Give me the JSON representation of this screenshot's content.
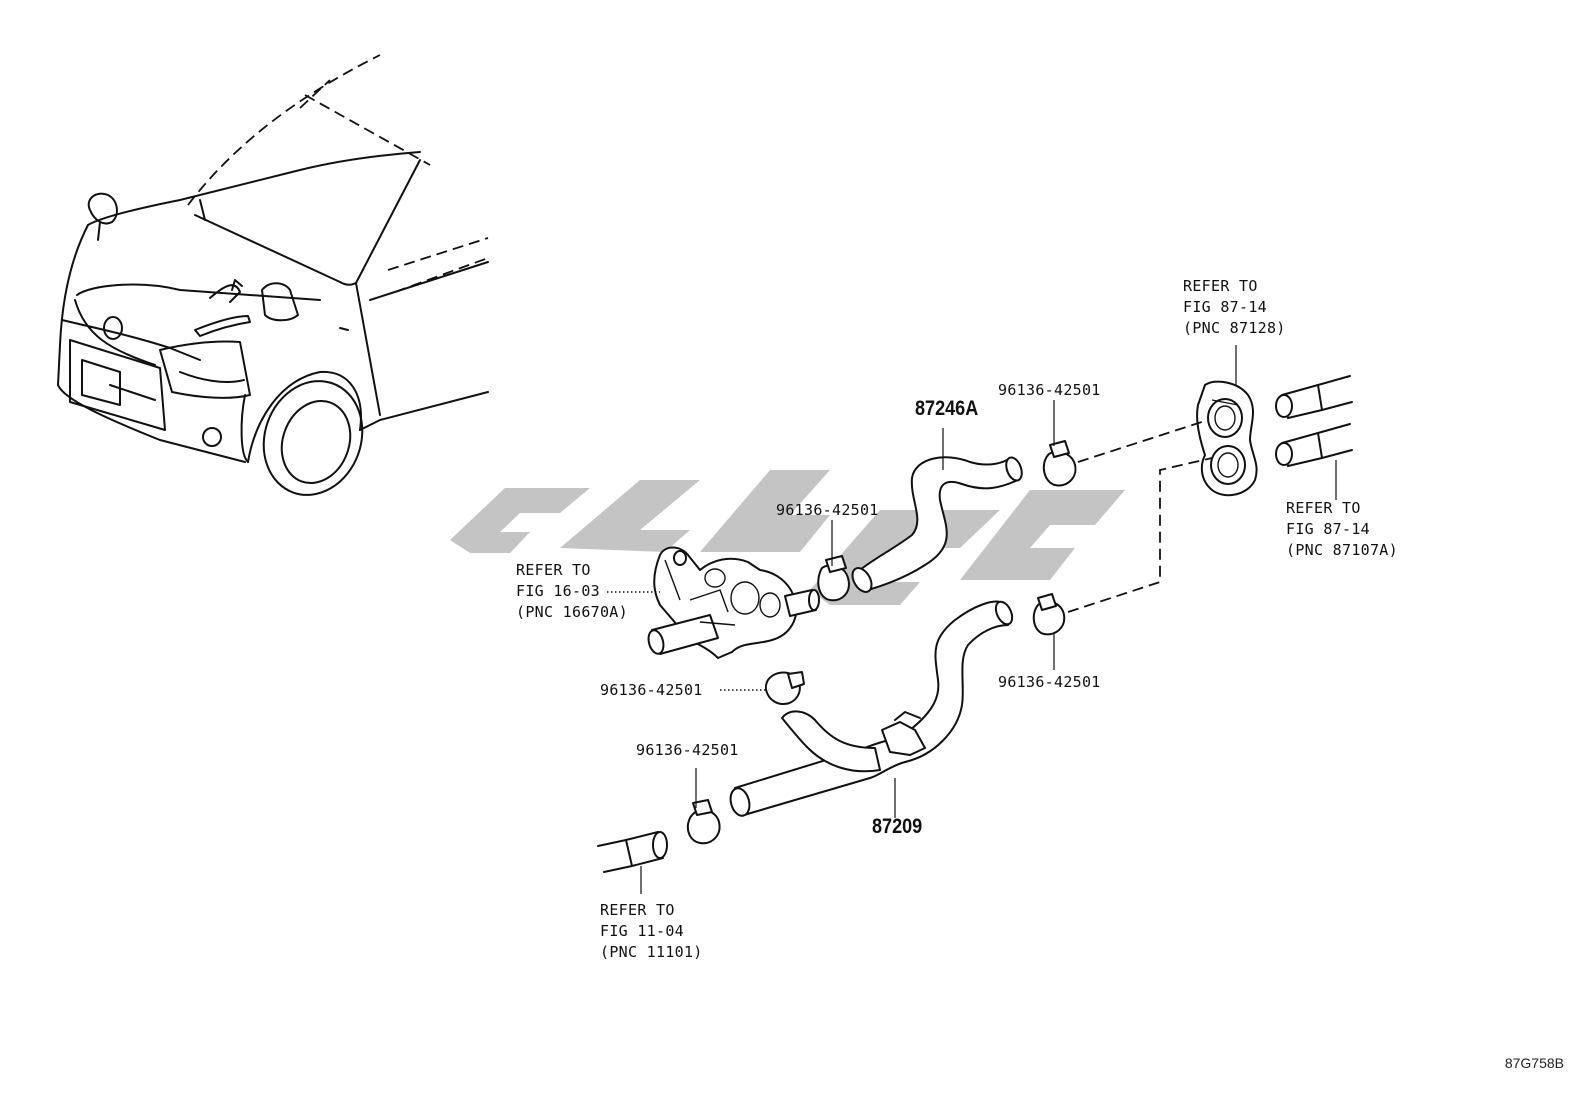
{
  "figure_code": "87G758B",
  "callouts": {
    "hose_upper": "87246A",
    "hose_lower": "87209",
    "clamp_upper_mid": "96136-42501",
    "clamp_upper_right": "96136-42501",
    "clamp_pump": "96136-42501",
    "clamp_lower_right": "96136-42501",
    "clamp_lower_left": "96136-42501"
  },
  "references": {
    "ref_heater_unit": {
      "line1": "REFER TO",
      "line2": "FIG 87-14",
      "line3": "(PNC 87128)"
    },
    "ref_heater_pipes": {
      "line1": "REFER TO",
      "line2": "FIG 87-14",
      "line3": "(PNC 87107A)"
    },
    "ref_water_pump": {
      "line1": "REFER TO",
      "line2": "FIG 16-03",
      "line3": "(PNC 16670A)"
    },
    "ref_engine_pipe": {
      "line1": "REFER TO",
      "line2": "FIG 11-04",
      "line3": "(PNC 11101)"
    }
  },
  "colors": {
    "line": "#111111",
    "watermark": "#c4c4c4",
    "background": "#ffffff"
  }
}
